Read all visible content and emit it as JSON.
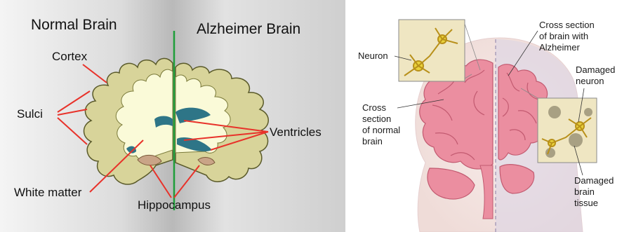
{
  "left_panel": {
    "title_left": "Normal Brain",
    "title_right": "Alzheimer Brain",
    "labels": {
      "cortex": "Cortex",
      "sulci": "Sulci",
      "white_matter": "White matter",
      "ventricles": "Ventricles",
      "hippocampus": "Hippocampus"
    }
  },
  "right_panel": {
    "labels": {
      "neuron": "Neuron",
      "cross_section_alz_1": "Cross section",
      "cross_section_alz_2": "of brain with",
      "cross_section_alz_3": "Alzheimer",
      "damaged_neuron_1": "Damaged",
      "damaged_neuron_2": "neuron",
      "cross_section_normal_1": "Cross",
      "cross_section_normal_2": "section",
      "cross_section_normal_3": "of normal",
      "cross_section_normal_4": "brain",
      "damaged_tissue_1": "Damaged",
      "damaged_tissue_2": "brain",
      "damaged_tissue_3": "tissue"
    }
  },
  "colors": {
    "cortex_fill": "#d8d49a",
    "white_matter_fill": "#fafad8",
    "ventricle_fill": "#2e7587",
    "hippocampus_fill": "#c9a487",
    "pointer_line": "#e8322a",
    "divider_line": "#1f9e3a",
    "brain_pink": "#eb8ea0",
    "head_beige": "#f5e7e2",
    "callout_box": "#efe6c2",
    "neuron_yellow": "#e9d23b"
  }
}
